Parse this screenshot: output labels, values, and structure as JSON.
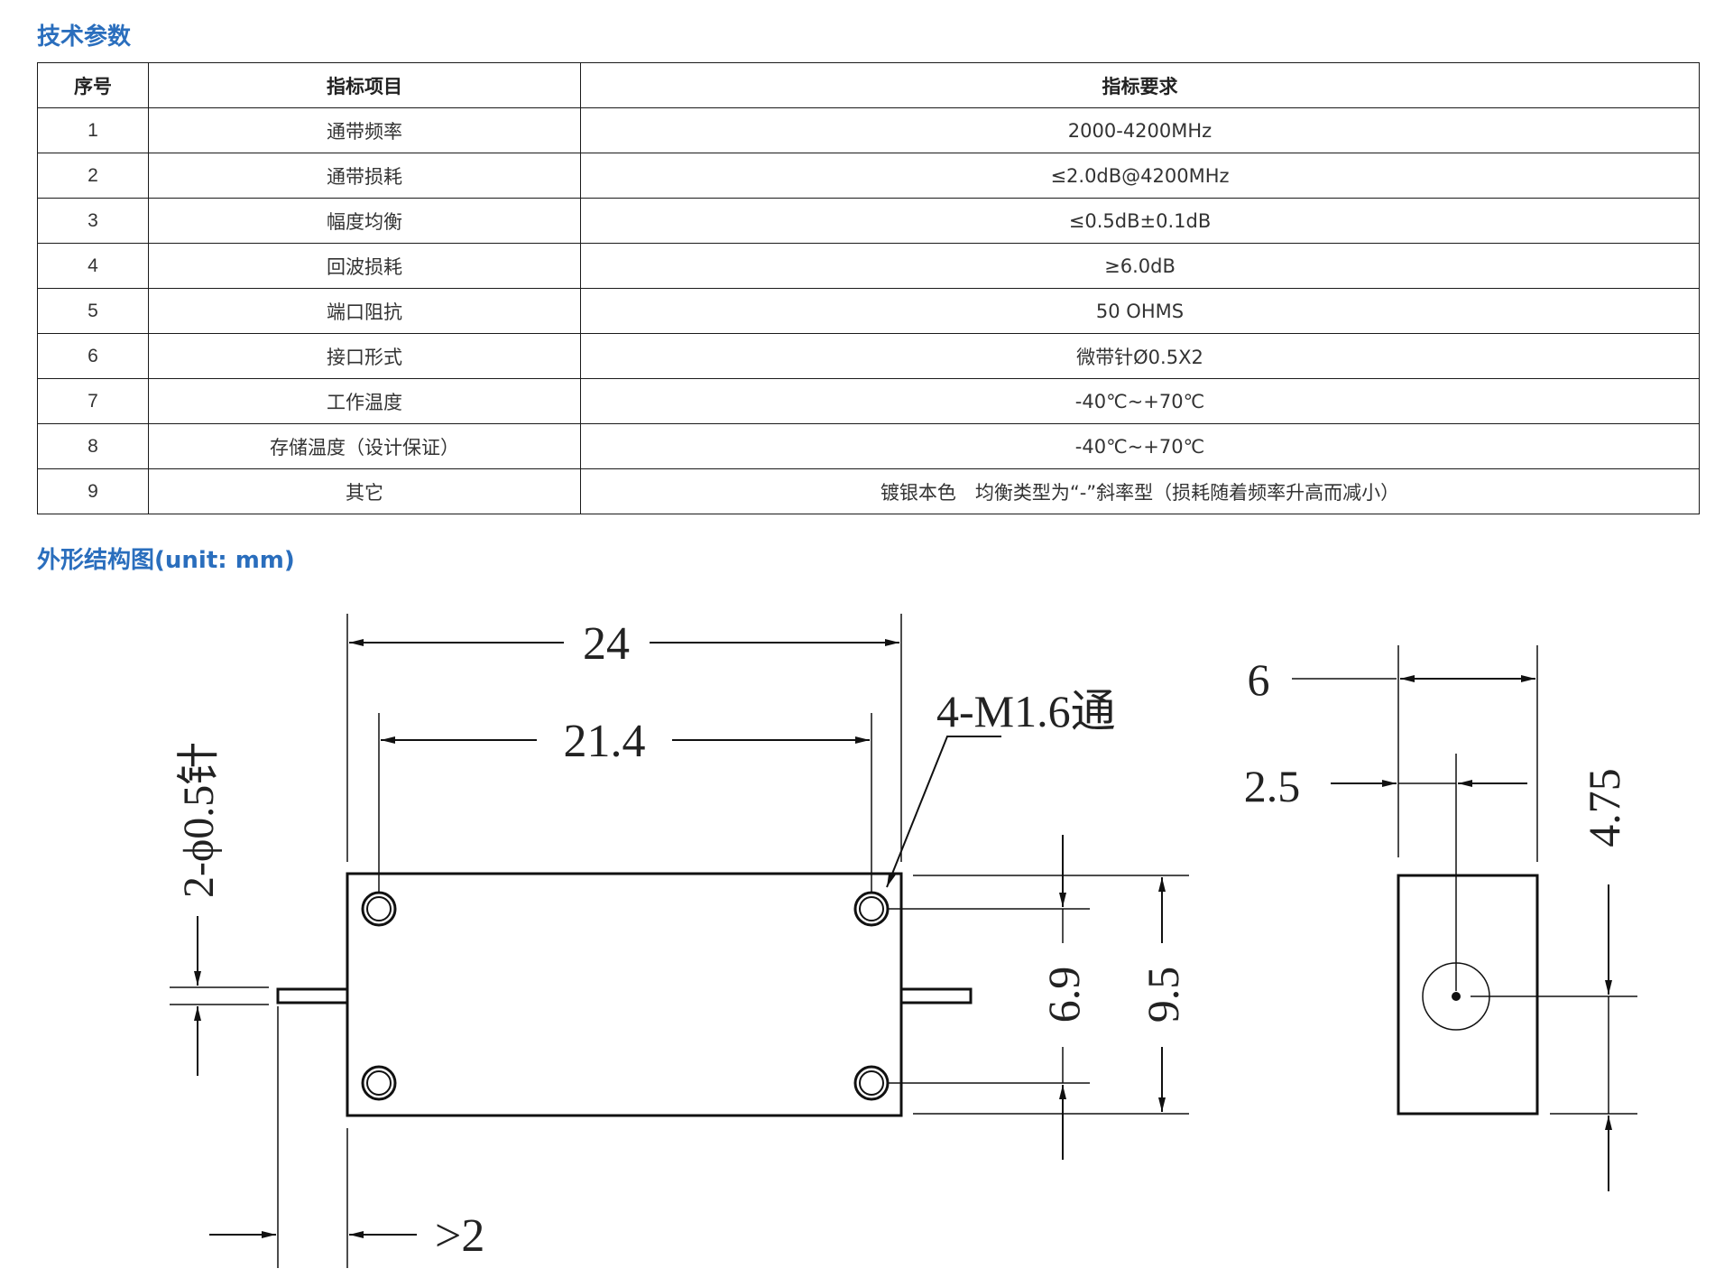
{
  "sections": {
    "tech_params": "技术参数",
    "drawing": "外形结构图(unit: mm)"
  },
  "table": {
    "headers": [
      "序号",
      "指标项目",
      "指标要求"
    ],
    "rows": [
      {
        "no": "1",
        "item": "通带频率",
        "req": "2000-4200MHz"
      },
      {
        "no": "2",
        "item": "通带损耗",
        "req": "≤2.0dB@4200MHz"
      },
      {
        "no": "3",
        "item": "幅度均衡",
        "req": "≤0.5dB±0.1dB"
      },
      {
        "no": "4",
        "item": "回波损耗",
        "req": "≥6.0dB"
      },
      {
        "no": "5",
        "item": "端口阻抗",
        "req": "50 OHMS"
      },
      {
        "no": "6",
        "item": "接口形式",
        "req": "微带针Ø0.5X2"
      },
      {
        "no": "7",
        "item": "工作温度",
        "req": "-40℃~+70℃"
      },
      {
        "no": "8",
        "item": "存储温度（设计保证）",
        "req": "-40℃~+70℃"
      },
      {
        "no": "9",
        "item": "其它",
        "req": "镀银本色　均衡类型为“-”斜率型（损耗随着频率升高而减小）"
      }
    ]
  },
  "drawing": {
    "dim_24": "24",
    "dim_21_4": "21.4",
    "dim_holes": "4-M1.6通",
    "dim_pins": "2-ϕ0.5针",
    "dim_6_9": "6.9",
    "dim_9_5": "9.5",
    "dim_gt2": ">2",
    "dim_6": "6",
    "dim_2_5": "2.5",
    "dim_4_75": "4.75"
  }
}
